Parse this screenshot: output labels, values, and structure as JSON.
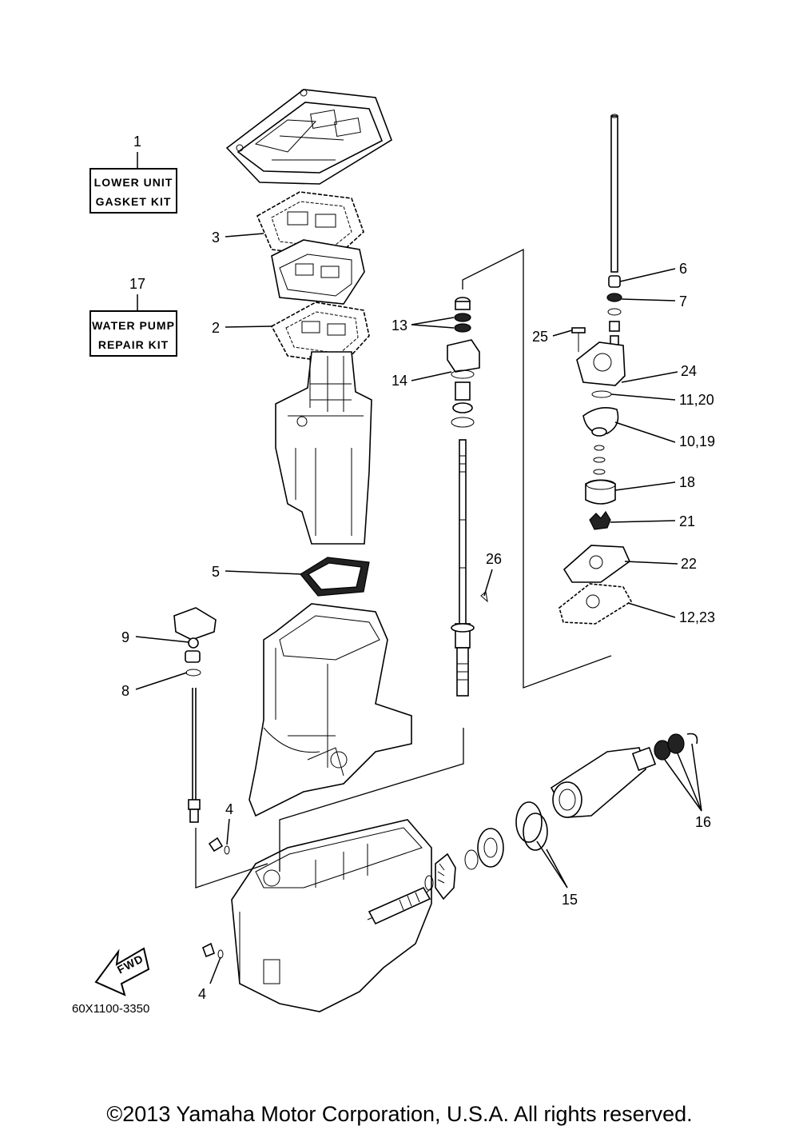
{
  "kits": {
    "lower_unit": {
      "number": "1",
      "line1": "LOWER UNIT",
      "line2": "GASKET KIT"
    },
    "water_pump": {
      "number": "17",
      "line1": "WATER PUMP",
      "line2": "REPAIR KIT"
    }
  },
  "callouts": {
    "c2": "2",
    "c3": "3",
    "c4a": "4",
    "c4b": "4",
    "c5": "5",
    "c6": "6",
    "c7": "7",
    "c8": "8",
    "c9": "9",
    "c10_19": "10,19",
    "c11_20": "11,20",
    "c12_23": "12,23",
    "c13": "13",
    "c14": "14",
    "c15": "15",
    "c16": "16",
    "c18": "18",
    "c21": "21",
    "c22": "22",
    "c24": "24",
    "c25": "25",
    "c26": "26"
  },
  "fwd_label": "FWD",
  "part_code": "60X1100-3350",
  "copyright": "©2013 Yamaha Motor Corporation, U.S.A. All rights reserved."
}
